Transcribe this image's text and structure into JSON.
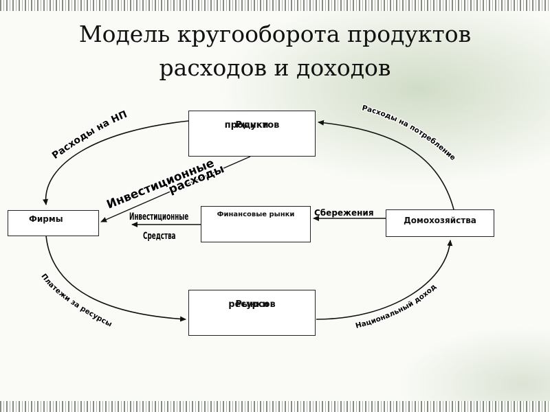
{
  "title": {
    "line1": "Модель кругооборота продуктов",
    "line2": "расходов и доходов"
  },
  "boxes": {
    "products": [
      "Рынки",
      "продуктов"
    ],
    "resources": [
      "Рынки",
      "ресурсов"
    ],
    "firms": "Фирмы",
    "finance": "Финансовые рынки",
    "households": "Домохозяйства"
  },
  "flows": {
    "gov_spending": "Расходы на НП",
    "consumption": "Расходы на потребление",
    "investment_spending": [
      "Инвестиционные",
      "расходы"
    ],
    "savings": "Сбережения",
    "investment_funds": [
      "Инвестиционные",
      "Средства"
    ],
    "resource_payments": "Платежи за ресурсы",
    "national_income": "Национальный доход"
  }
}
